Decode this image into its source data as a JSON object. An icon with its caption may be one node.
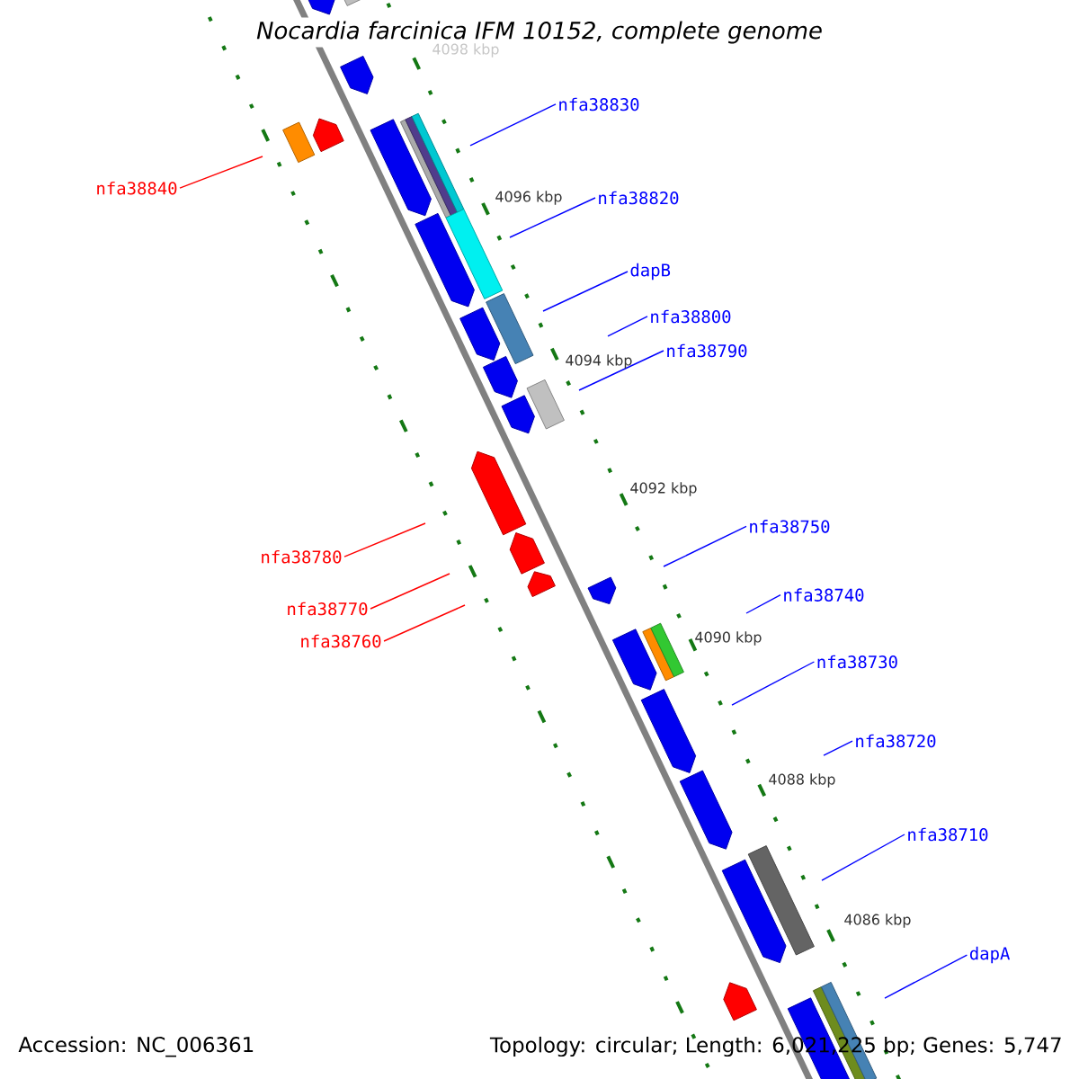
{
  "diagram": {
    "title": "*Nocardia farcinica* IFM 10152, complete genome",
    "nodes": [
      {
        "text": [
          "nfa38830"
        ]
      },
      {
        "text": [
          "nfa38840"
        ]
      },
      {
        "text": [
          "nfa38820"
        ]
      },
      {
        "text": [
          "dapB"
        ]
      },
      {
        "text": [
          "nfa38800"
        ]
      },
      {
        "text": [
          "nfa38790"
        ]
      },
      {
        "text": [
          "nfa38750"
        ]
      },
      {
        "text": [
          "nfa38780"
        ]
      },
      {
        "text": [
          "nfa38770"
        ]
      },
      {
        "text": [
          "nfa38760"
        ]
      },
      {
        "text": [
          "nfa38740"
        ]
      },
      {
        "text": [
          "nfa38730"
        ]
      },
      {
        "text": [
          "nfa38720"
        ]
      },
      {
        "text": [
          "nfa38710"
        ]
      },
      {
        "text": [
          "dapA"
        ]
      }
    ],
    "edges": [
      {
        "from": 0,
        "to": null,
        "arrow": "none"
      },
      {
        "from": 1,
        "to": null,
        "arrow": "none",
        "color": "#ff0000"
      },
      {
        "from": 2,
        "to": null,
        "arrow": "none"
      },
      {
        "from": 3,
        "to": null,
        "arrow": "none"
      },
      {
        "from": 4,
        "to": null,
        "arrow": "none"
      },
      {
        "from": 5,
        "to": null,
        "arrow": "none"
      },
      {
        "from": 6,
        "to": null,
        "arrow": "none"
      },
      {
        "from": 7,
        "to": null,
        "arrow": "none",
        "color": "#ff0000"
      },
      {
        "from": 8,
        "to": null,
        "arrow": "none",
        "color": "#ff0000"
      },
      {
        "from": 9,
        "to": null,
        "arrow": "none",
        "color": "#ff0000"
      },
      {
        "from": 10,
        "to": null,
        "arrow": "none"
      },
      {
        "from": 11,
        "to": null,
        "arrow": "none"
      },
      {
        "from": 12,
        "to": null,
        "arrow": "none"
      },
      {
        "from": 13,
        "to": null,
        "arrow": "none"
      },
      {
        "from": 14,
        "to": null,
        "arrow": "none"
      }
    ],
    "labels": [
      "4098 kbp",
      "4096 kbp",
      "4094 kbp",
      "4092 kbp",
      "4090 kbp",
      "4088 kbp",
      "4086 kbp",
      "Accession: NC_006361",
      "Topology: circular; Length: 6,021,225 bp; Genes: 5,747"
    ]
  }
}
